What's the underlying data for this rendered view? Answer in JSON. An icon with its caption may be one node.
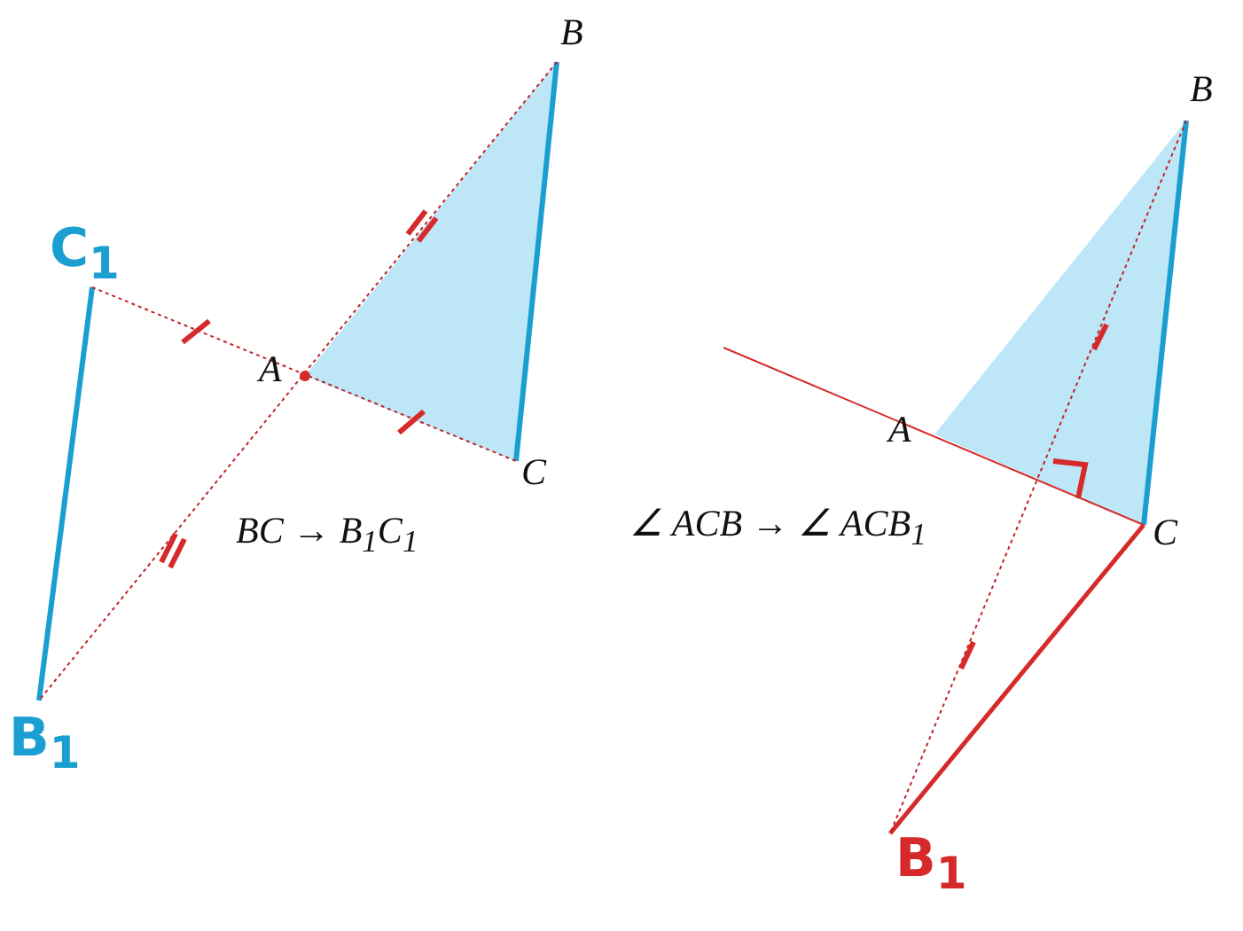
{
  "diagram": {
    "labels": [
      "B",
      "C$_{1}$",
      "A",
      "C",
      "BC → B$_{1}$C$_{1}$",
      "B$_{1}$",
      "B",
      "A",
      "C",
      "∠ ACB → ∠ ACB$_{1}$",
      "B$_{1}$"
    ]
  }
}
